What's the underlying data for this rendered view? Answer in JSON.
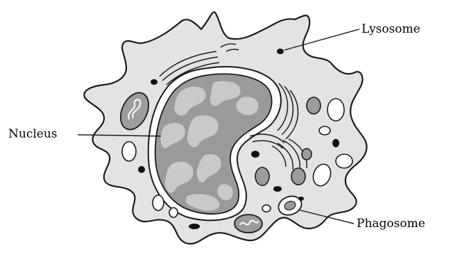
{
  "labels": {
    "lysosome": "Lysosome",
    "nucleus": "Nucleus",
    "phagosome": "Phagosome"
  },
  "colors": {
    "cytoplasm": "#e3e3e3",
    "outline": "#1a1a1a",
    "nucleus_dark": "#9a9a9a",
    "nucleus_light": "#c9c9c9",
    "granule": "#111111",
    "vesicle_fill": "#ffffff",
    "organelle_gray": "#9c9c9c"
  }
}
